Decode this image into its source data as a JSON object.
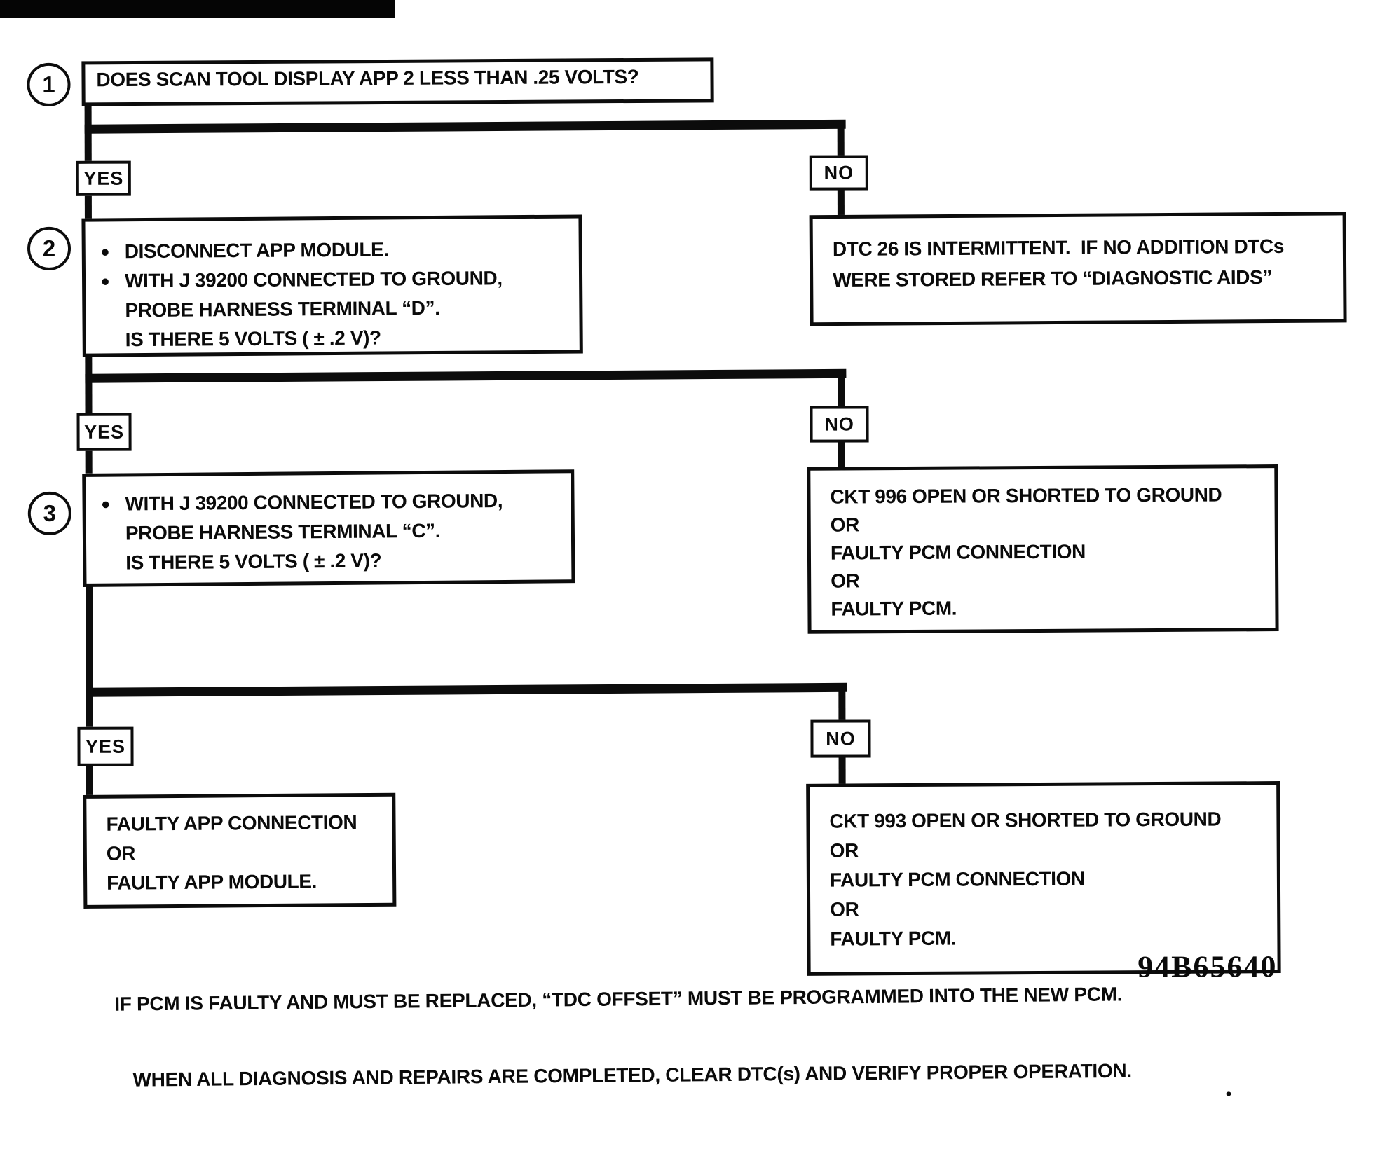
{
  "glyphs": {
    "bullet": "●"
  },
  "labels": {
    "yes": "YES",
    "no": "NO"
  },
  "steps": {
    "s1": {
      "num": "1",
      "text": "DOES SCAN TOOL DISPLAY APP 2 LESS THAN .25 VOLTS?"
    },
    "s2": {
      "num": "2",
      "b1": "DISCONNECT APP MODULE.",
      "b2l1": "WITH J 39200 CONNECTED TO GROUND,",
      "b2l2": "PROBE HARNESS TERMINAL “D”.",
      "b2l3": "IS THERE 5 VOLTS ( ± .2 V)?"
    },
    "s3": {
      "num": "3",
      "b1l1": "WITH J 39200 CONNECTED TO GROUND,",
      "b1l2": "PROBE HARNESS TERMINAL “C”.",
      "b1l3": "IS THERE 5 VOLTS ( ± .2 V)?"
    }
  },
  "outcomes": {
    "dtc26": {
      "l1": "DTC 26 IS INTERMITTENT.  IF NO ADDITION DTCs",
      "l2": "WERE STORED REFER TO “DIAGNOSTIC AIDS”"
    },
    "ckt996": {
      "l1": "CKT 996 OPEN OR SHORTED TO GROUND",
      "l2": "OR",
      "l3": "FAULTY PCM CONNECTION",
      "l4": "OR",
      "l5": "FAULTY PCM."
    },
    "faulty_app": {
      "l1": "FAULTY APP CONNECTION",
      "l2": "OR",
      "l3": "FAULTY APP MODULE."
    },
    "ckt993": {
      "l1": "CKT 993 OPEN OR SHORTED TO GROUND",
      "l2": "OR",
      "l3": "FAULTY PCM CONNECTION",
      "l4": "OR",
      "l5": "FAULTY PCM."
    }
  },
  "footer": {
    "figure_code": "94B65640",
    "note1": "IF PCM IS FAULTY AND MUST BE REPLACED, “TDC OFFSET” MUST BE PROGRAMMED INTO THE NEW PCM.",
    "note2": "WHEN ALL DIAGNOSIS AND REPAIRS ARE COMPLETED, CLEAR DTC(s) AND VERIFY PROPER OPERATION."
  }
}
